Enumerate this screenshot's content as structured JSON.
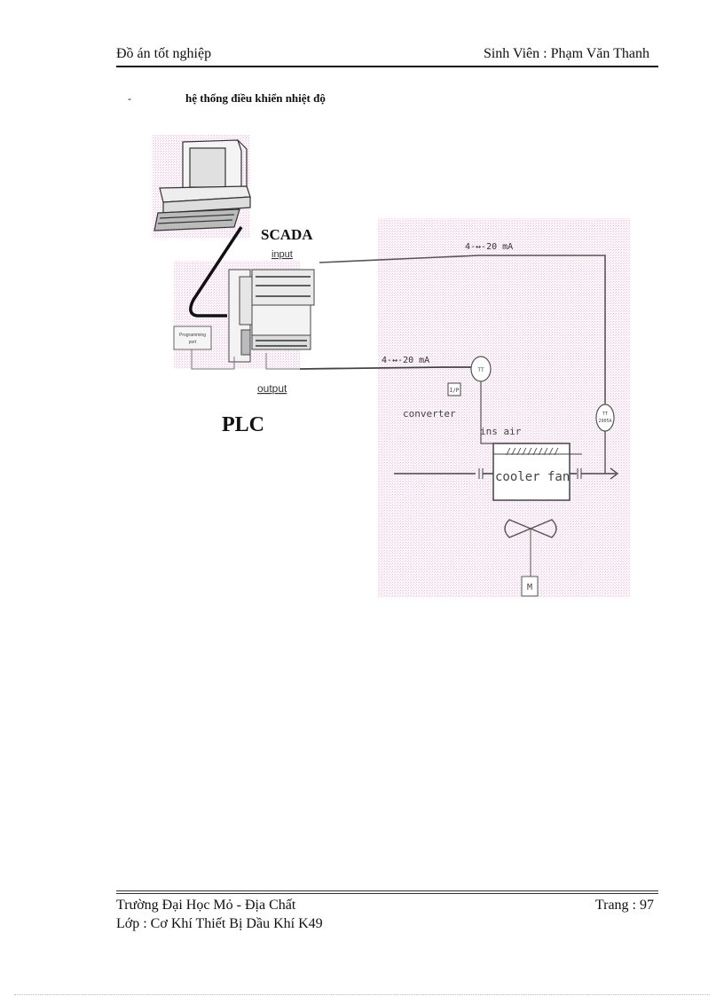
{
  "header": {
    "left": "Đồ án tốt nghiệp",
    "right": "Sinh Viên : Phạm Văn Thanh"
  },
  "section": {
    "bullet": "-",
    "title": "hệ thống điều khiển nhiệt độ"
  },
  "figure": {
    "labels": {
      "scada": "SCADA",
      "input": "input",
      "output": "output",
      "plc": "PLC",
      "programming_port": "Programming port",
      "signal_top": "4-↔-20 mA",
      "signal_mid": "4-↔-20 mA",
      "tt": "TT",
      "ip": "I/P",
      "converter": "converter",
      "ins_air": "ins air",
      "cooler_fan": "cooler fan",
      "tt_right_1": "TT",
      "tt_right_2": "2905A",
      "motor": "M"
    }
  },
  "footer": {
    "school": "Trường Đại Học Mỏ - Địa Chất",
    "page": "Trang : 97",
    "class": "Lớp : Cơ Khí Thiết Bị Dầu Khí K49"
  }
}
